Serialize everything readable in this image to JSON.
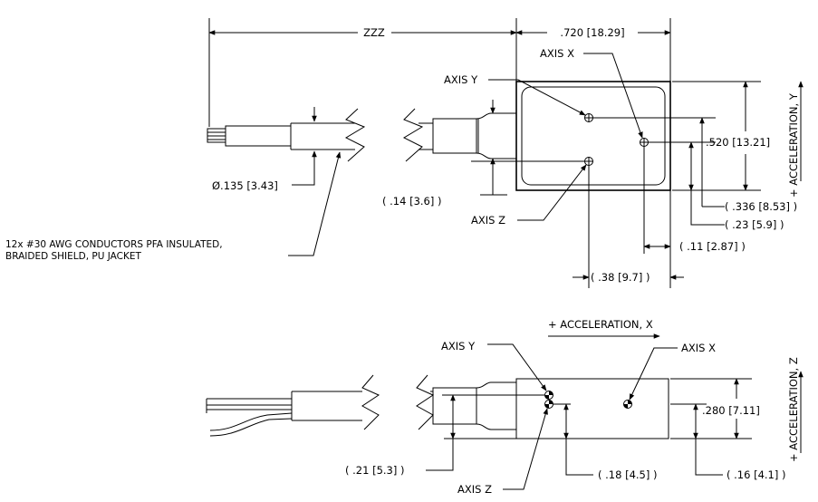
{
  "top_view": {
    "zzz": "ZZZ",
    "width_dim": ".720 [18.29]",
    "axis_x": "AXIS X",
    "axis_y": "AXIS Y",
    "axis_z": "AXIS Z",
    "height_dim": ".520 [13.21]",
    "accel_y": "+ ACCELERATION, Y",
    "cable_dia": "Ø.135 [3.43]",
    "offset_14": "( .14 [3.6] )",
    "dim_336": "( .336 [8.53] )",
    "dim_23": "( .23 [5.9] )",
    "dim_11": "( .11 [2.87] )",
    "dim_38": "( .38 [9.7] )",
    "conductors_line1": "12x #30 AWG CONDUCTORS  PFA INSULATED,",
    "conductors_line2": "BRAIDED SHIELD, PU JACKET"
  },
  "side_view": {
    "accel_x": "+ ACCELERATION, X",
    "axis_y": "AXIS Y",
    "axis_x": "AXIS X",
    "axis_z": "AXIS Z",
    "thickness_dim": ".280 [7.11]",
    "accel_z": "+ ACCELERATION, Z",
    "dim_21": "( .21 [5.3] )",
    "dim_18": "( .18 [4.5] )",
    "dim_16": "( .16 [4.1] )"
  }
}
